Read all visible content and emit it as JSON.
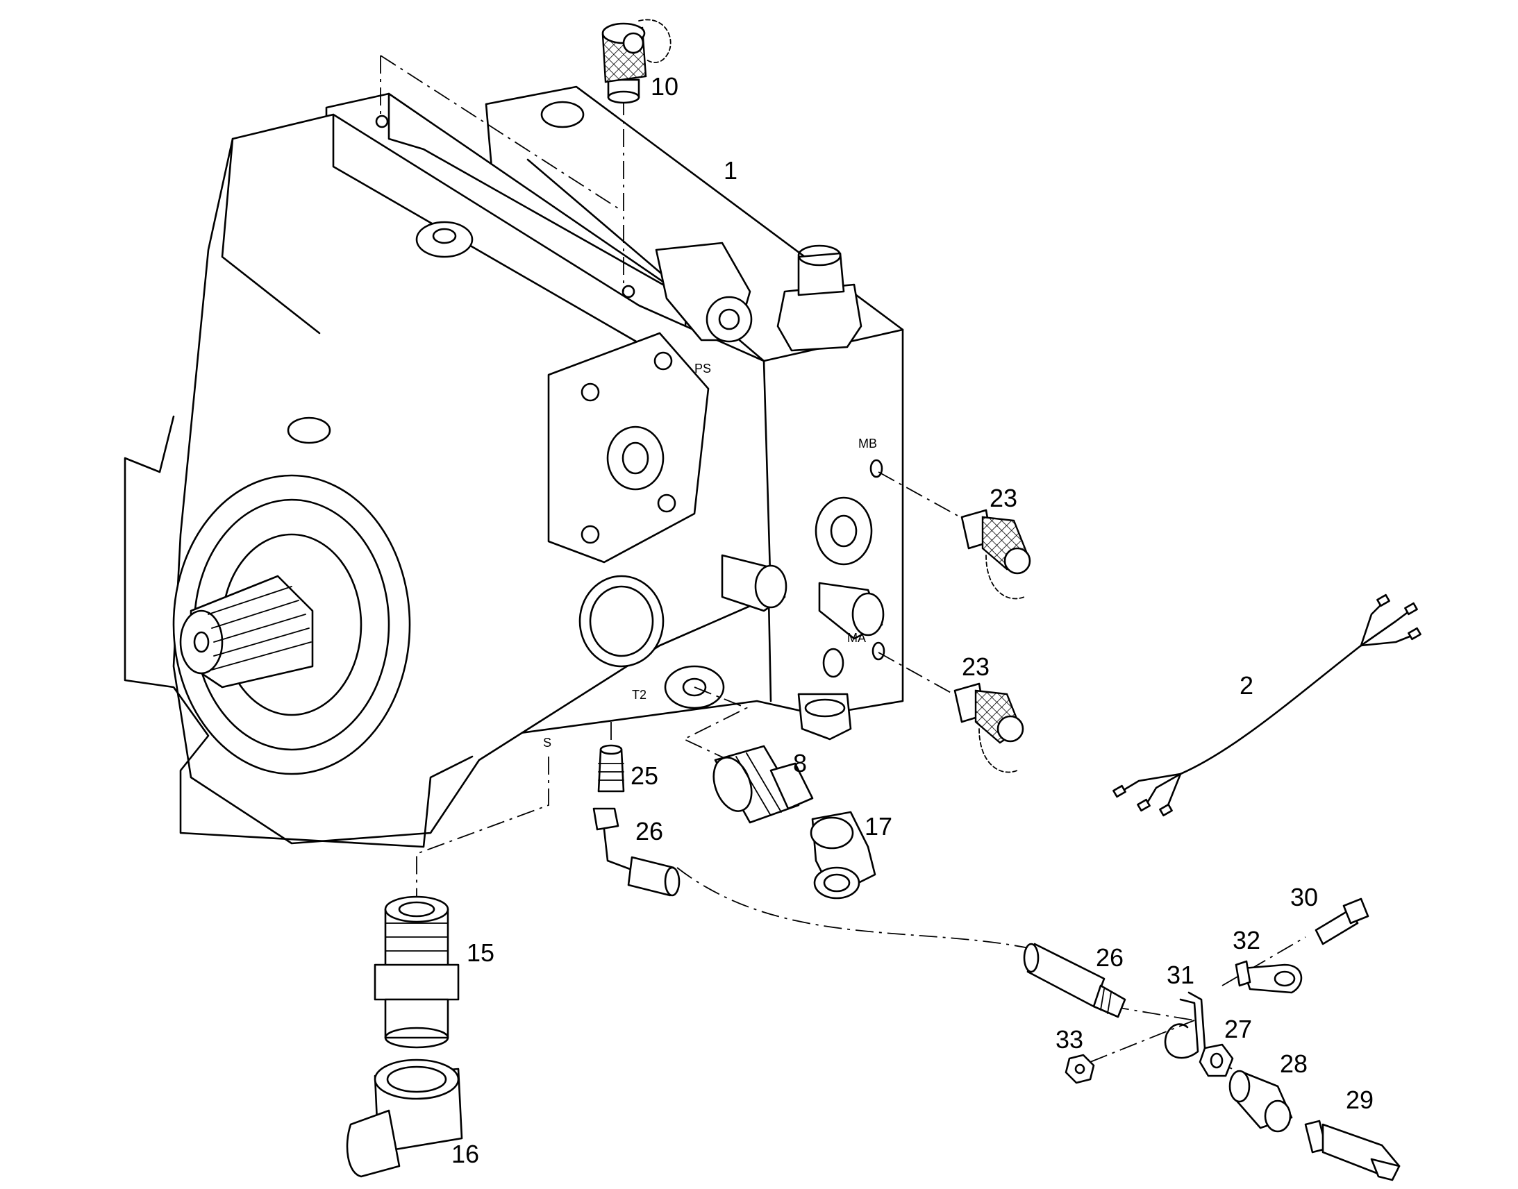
{
  "callouts": {
    "c1": "1",
    "c2": "2",
    "c8": "8",
    "c10": "10",
    "c15": "15",
    "c16": "16",
    "c17": "17",
    "c23a": "23",
    "c23b": "23",
    "c25": "25",
    "c26a": "26",
    "c26b": "26",
    "c27": "27",
    "c28": "28",
    "c29": "29",
    "c30": "30",
    "c31": "31",
    "c32": "32",
    "c33": "33"
  },
  "ports": {
    "ps": "PS",
    "mb": "MB",
    "ma": "MA",
    "t2": "T2",
    "s": "S"
  }
}
